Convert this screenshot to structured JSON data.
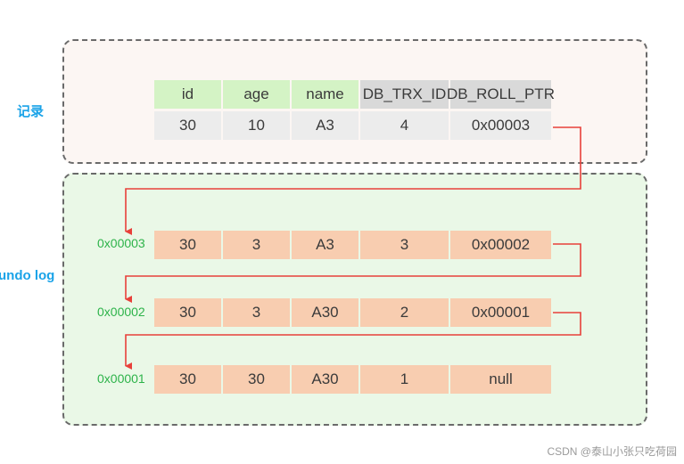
{
  "labels": {
    "record": "记录",
    "undo_log": "undo log"
  },
  "record": {
    "headers": [
      "id",
      "age",
      "name",
      "DB_TRX_ID",
      "DB_ROLL_PTR"
    ],
    "values": [
      "30",
      "10",
      "A3",
      "4",
      "0x00003"
    ]
  },
  "undo_rows": [
    {
      "address": "0x00003",
      "values": [
        "30",
        "3",
        "A3",
        "3",
        "0x00002"
      ]
    },
    {
      "address": "0x00002",
      "values": [
        "30",
        "3",
        "A30",
        "2",
        "0x00001"
      ]
    },
    {
      "address": "0x00001",
      "values": [
        "30",
        "30",
        "A30",
        "1",
        "null"
      ]
    }
  ],
  "footer": "CSDN @泰山小张只吃荷园",
  "colors": {
    "header_green": "#d4f3c5",
    "header_gray": "#d9d9d9",
    "record_row": "#ececec",
    "undo_row": "#f8cdb0",
    "arrow": "#e8403a",
    "address_text": "#2db34a",
    "label_text": "#1aa3e8"
  }
}
